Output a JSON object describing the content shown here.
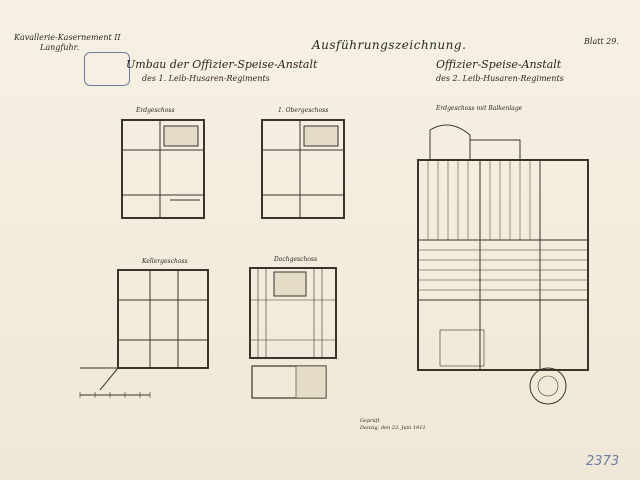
{
  "header": {
    "left_1": "Kavallerie-Kasernement II",
    "left_2": "Langfuhr.",
    "title": "Ausführungszeichnung.",
    "blatt": "Blatt 29."
  },
  "stamp": {
    "line_1": "",
    "line_2": "",
    "line_3": ""
  },
  "subtitles": {
    "left_1": "Umbau der Offizier-Speise-Anstalt",
    "left_2": "des 1. Leib-Husaren-Regiments",
    "right_1": "Offizier-Speise-Anstalt",
    "right_2": "des 2. Leib-Husaren-Regiments"
  },
  "plans": {
    "erd": "Erdgeschoss",
    "ober": "1. Obergeschoss",
    "balken": "Erdgeschoss mit Balkenlage",
    "keller": "Kellergeschoss",
    "dach": "Dachgeschoss"
  },
  "notes": {
    "left": [
      "",
      "",
      "",
      ""
    ],
    "center": [
      "Geprüft",
      "Danzig, den 23. Juni 1911",
      "",
      ""
    ],
    "right": [
      "",
      "",
      "",
      ""
    ]
  },
  "inventory_number": "2373"
}
